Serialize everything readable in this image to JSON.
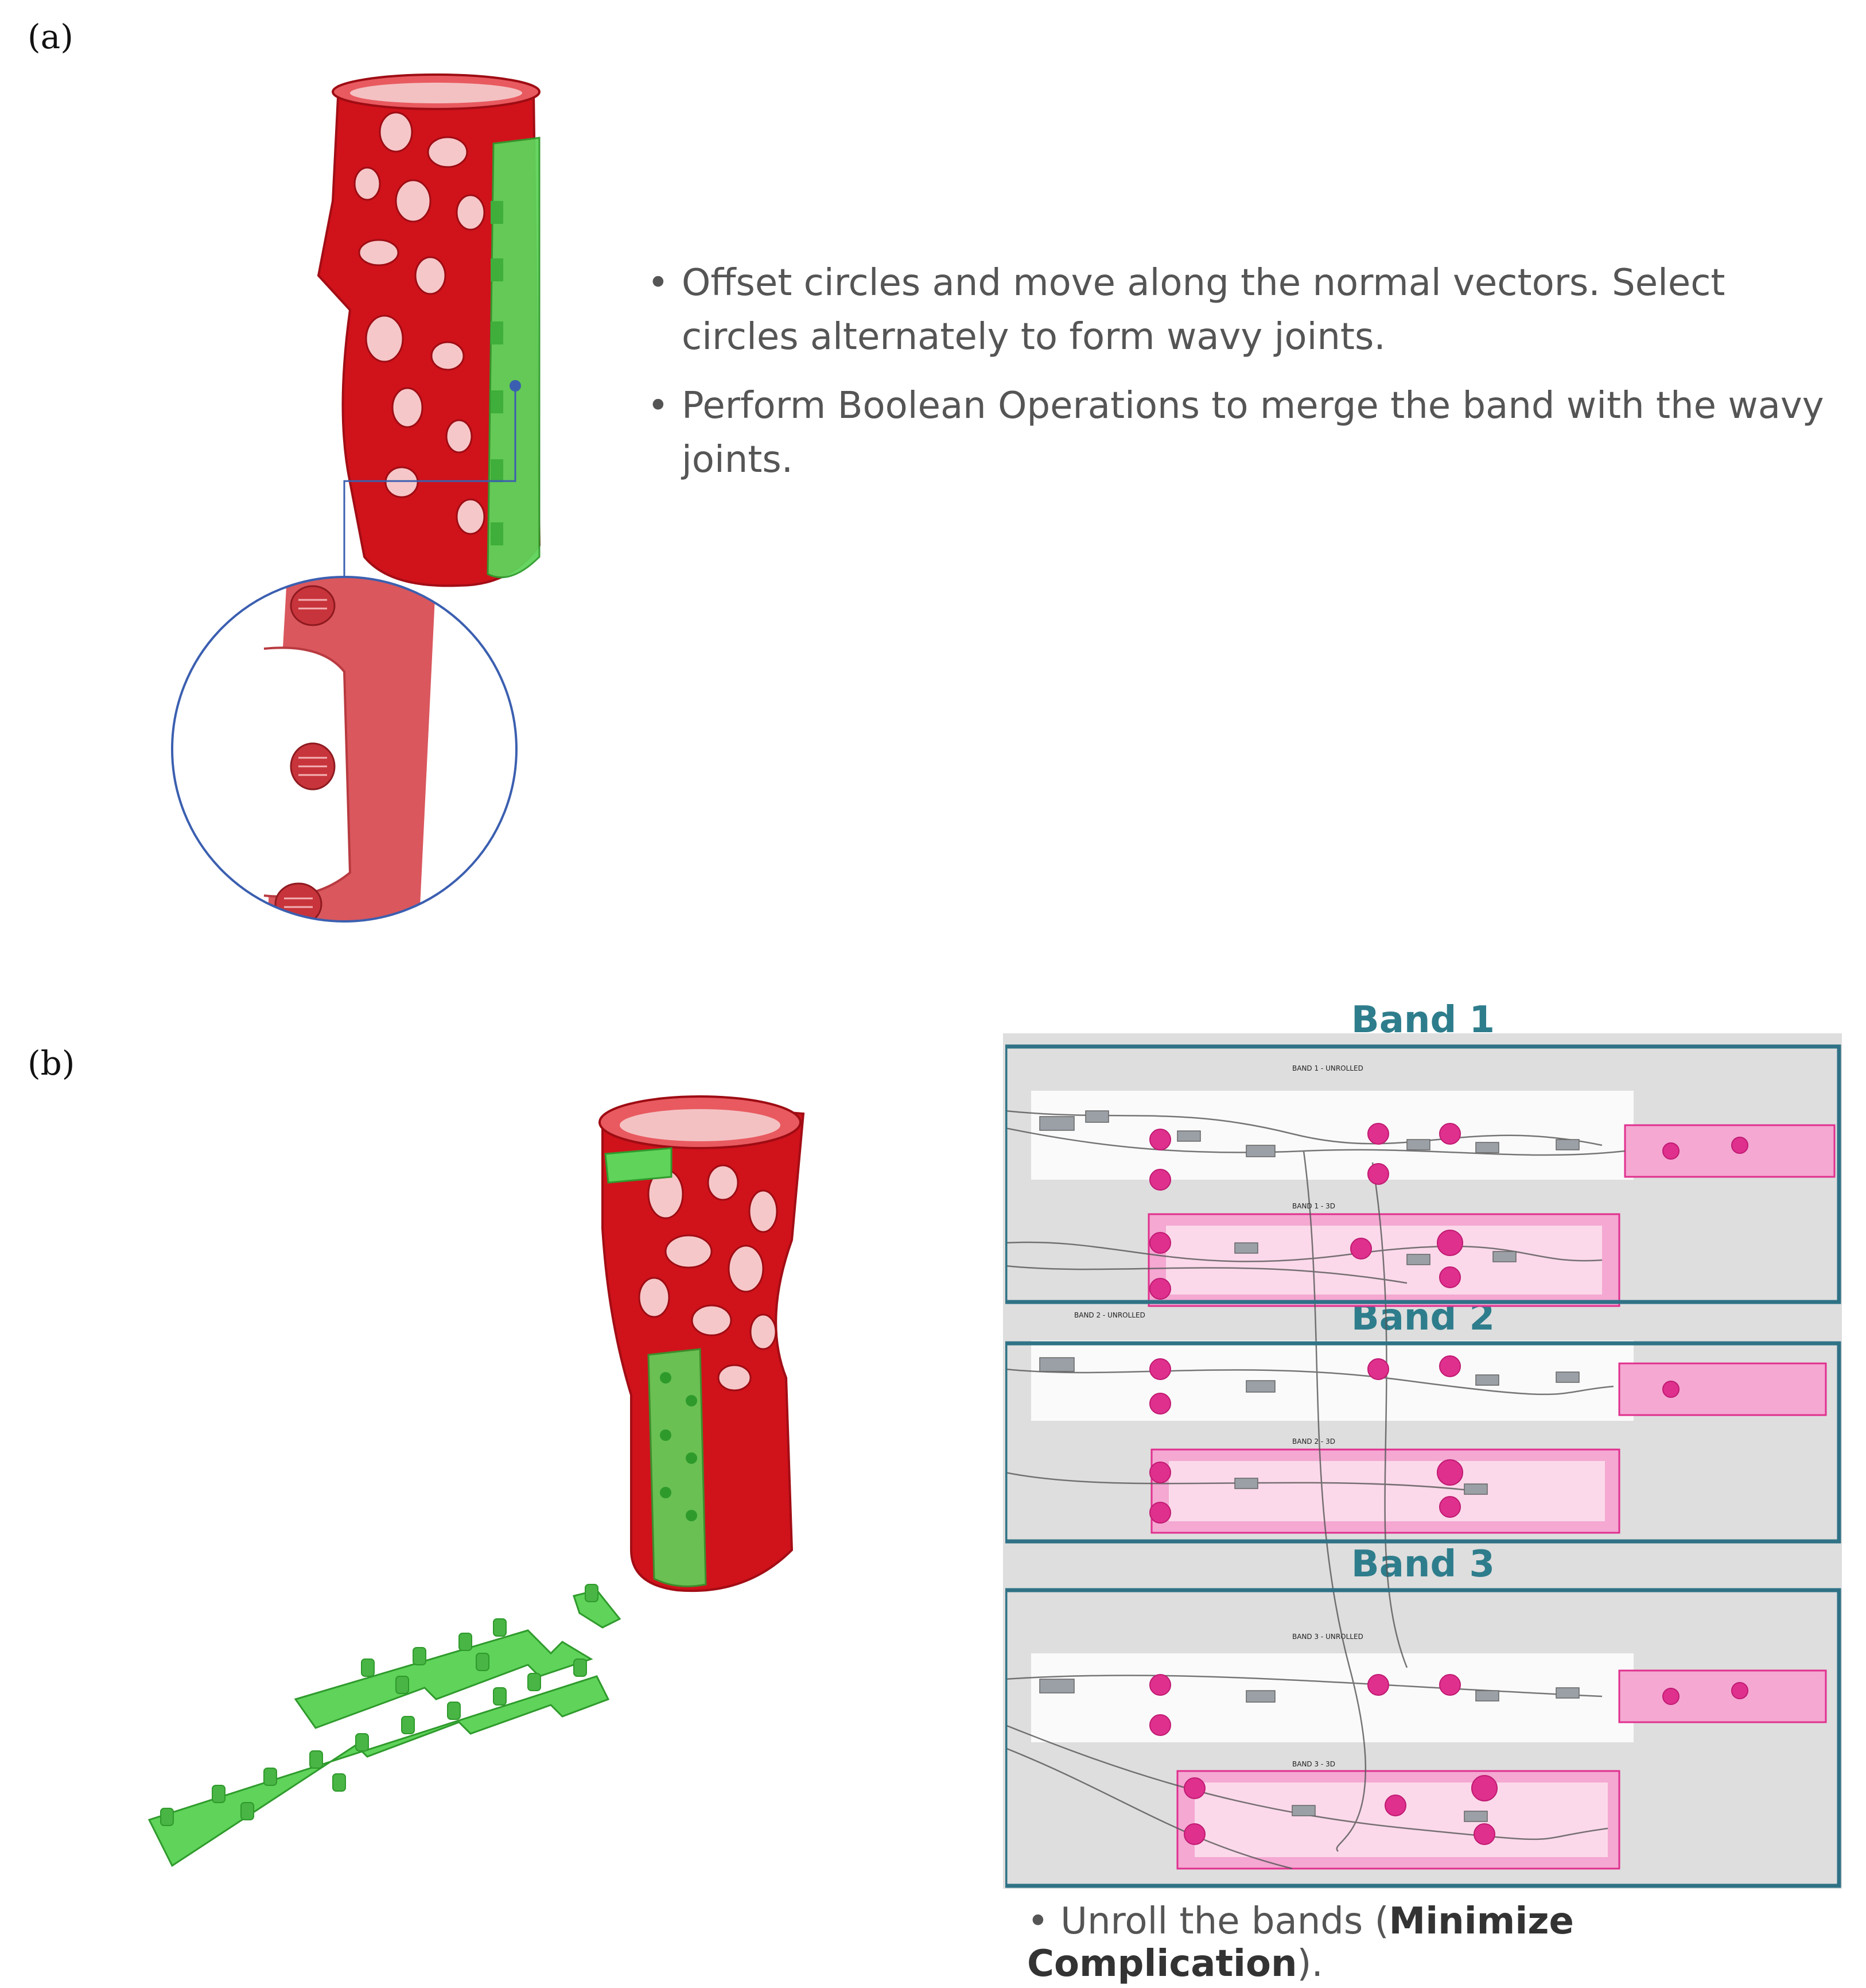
{
  "panel_a": {
    "label": "(a)",
    "bullets": [
      {
        "bullet": "•",
        "text": "Offset circles and move along the normal vectors. Select circles alternately to form wavy joints."
      },
      {
        "bullet": "•",
        "text": "Perform Boolean Operations to merge the band with the wavy joints."
      }
    ]
  },
  "panel_b": {
    "label": "(b)",
    "bands": [
      {
        "title": "Band  1",
        "top_group": "BAND 1 - UNROLLED",
        "bottom_group": "BAND 1 - 3D"
      },
      {
        "title": "Band  2",
        "top_group": "BAND 2 - UNROLLED",
        "bottom_group": "BAND 2 - 3D"
      },
      {
        "title": "Band  3",
        "top_group": "BAND 3 - UNROLLED",
        "bottom_group": "BAND 3 - 3D"
      }
    ],
    "caption": {
      "bullet": "•",
      "prefix": "Unroll the bands (",
      "bold": "Minimize Complication",
      "suffix": ")."
    }
  },
  "colors": {
    "cast_red": "#d0121b",
    "band_green": "#5fd35a",
    "band_title": "#2e7d8c",
    "band_border": "#2f7286",
    "canvas_gray": "#dedede",
    "group_pink": "#f4a8d2",
    "node_magenta": "#e0308e"
  }
}
